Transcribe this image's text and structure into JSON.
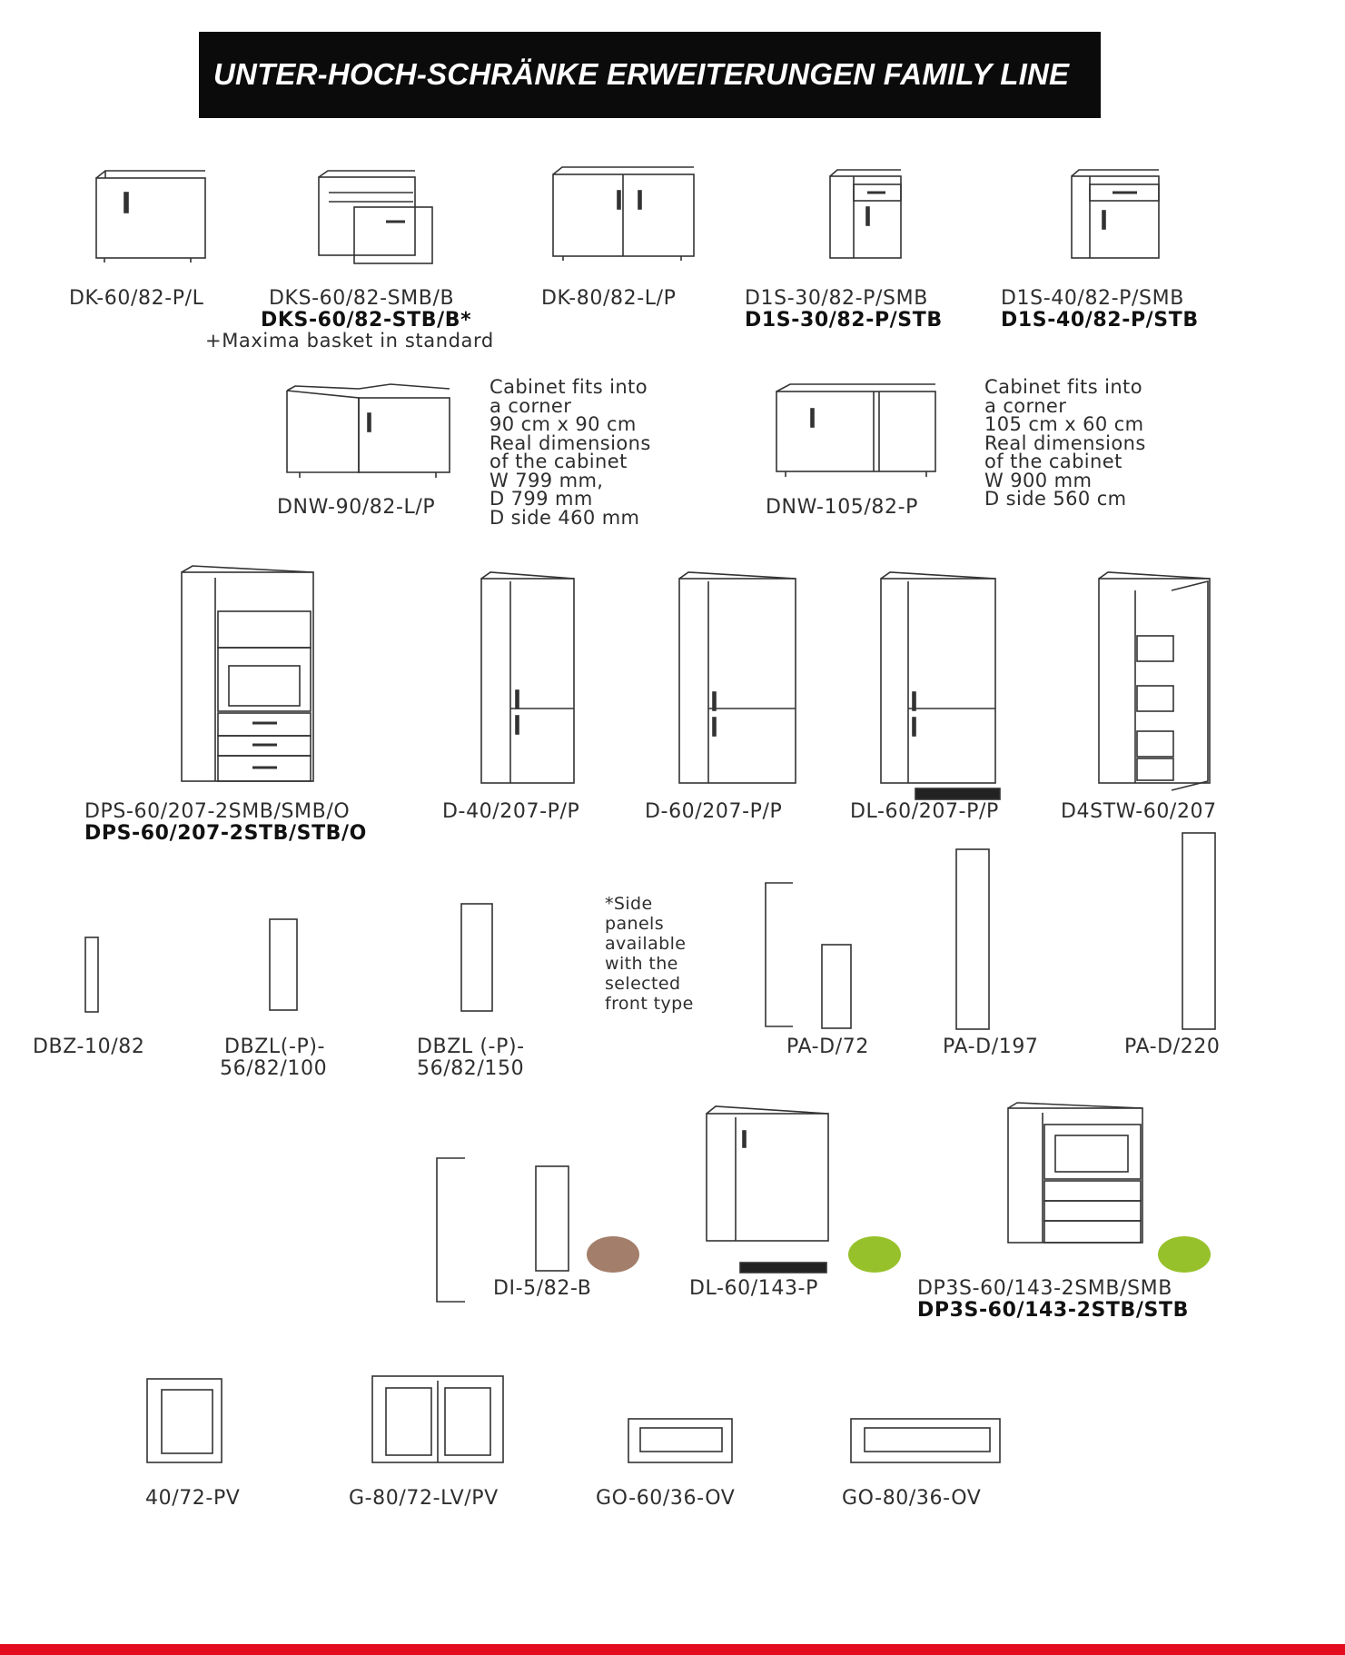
{
  "header": {
    "title": "UNTER-HOCH-SCHRÄNKE ERWEITERUNGEN  FAMILY LINE"
  },
  "row1": {
    "dk60": "DK-60/82-P/L",
    "dks60": "DKS-60/82-SMB/B",
    "dks60_bold": "DKS-60/82-STB/B*",
    "maxima": "+Maxima basket in standard",
    "dk80": "DK-80/82-L/P",
    "d1s30": "D1S-30/82-P/SMB",
    "d1s30_bold": "D1S-30/82-P/STB",
    "d1s40": "D1S-40/82-P/SMB",
    "d1s40_bold": "D1S-40/82-P/STB"
  },
  "row2": {
    "dnw90": "DNW-90/82-L/P",
    "dnw90_note": [
      "Cabinet fits into",
      "a corner",
      "90 cm x 90 cm",
      "Real dimensions",
      "of the cabinet",
      "W 799 mm,",
      "D 799 mm",
      "D side 460 mm"
    ],
    "dnw105": "DNW-105/82-P",
    "dnw105_note": [
      "Cabinet fits into",
      "a corner",
      "105 cm x 60 cm",
      "Real dimensions",
      "of the cabinet",
      "W 900 mm",
      "D side 560 cm"
    ]
  },
  "row3": {
    "dps60": "DPS-60/207-2SMB/SMB/O",
    "dps60_bold": "DPS-60/207-2STB/STB/O",
    "d40": "D-40/207-P/P",
    "d60": "D-60/207-P/P",
    "dl60": "DL-60/207-P/P",
    "d4stw": "D4STW-60/207"
  },
  "row4": {
    "dbz10": "DBZ-10/82",
    "dbzl100_l1": "DBZL(-P)-",
    "dbzl100_l2": "56/82/100",
    "dbzl150_l1": "DBZL (-P)-",
    "dbzl150_l2": "56/82/150",
    "side_note": [
      "*Side",
      "panels",
      "available",
      "with the",
      "selected",
      "front type"
    ],
    "pad72": "PA-D/72",
    "pad197": "PA-D/197",
    "pad220": "PA-D/220"
  },
  "row5": {
    "di5": "DI-5/82-B",
    "dl60143": "DL-60/143-P",
    "dp3s": "DP3S-60/143-2SMB/SMB",
    "dp3s_bold": "DP3S-60/143-2STB/STB",
    "dot_colors": {
      "brown": "#a37e6a",
      "green": "#97c12b"
    }
  },
  "row6": {
    "g40": "40/72-PV",
    "g80": "G-80/72-LV/PV",
    "go60": "GO-60/36-OV",
    "go80": "GO-80/36-OV"
  },
  "footer": {
    "bar_color": "#e30b1d"
  }
}
